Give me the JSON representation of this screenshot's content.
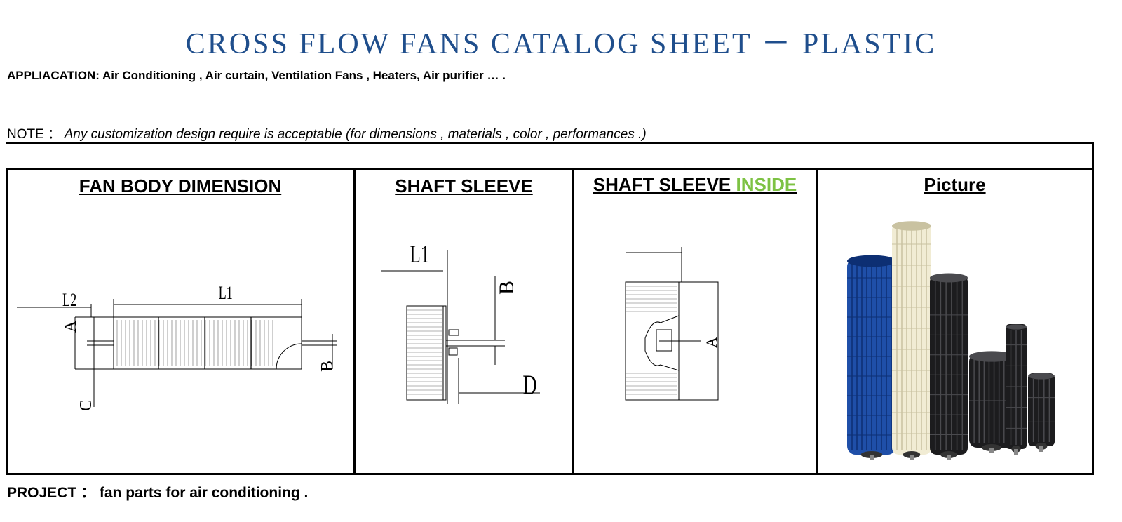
{
  "title": "CROSS FLOW FANS CATALOG SHEET － PLASTIC",
  "application": "APPLIACATION: Air Conditioning , Air curtain, Ventilation Fans , Heaters, Air purifier … .",
  "note": {
    "label": "NOTE ：",
    "text": " Any customization design require is acceptable (for dimensions , materials , color , performances .)"
  },
  "columns": {
    "fan_body": "FAN BODY DIMENSION",
    "shaft_sleeve": "SHAFT SLEEVE",
    "shaft_sleeve_inside_a": "SHAFT SLEEVE ",
    "shaft_sleeve_inside_b": "INSIDE",
    "picture": "Picture"
  },
  "drawing_labels": {
    "fan_l1": "L1",
    "fan_l2": "L2",
    "fan_a": "A",
    "fan_b": "B",
    "fan_c": "C",
    "sleeve_l1": "L1",
    "sleeve_b": "B",
    "sleeve_d": "D",
    "inside_a": "A"
  },
  "fans": [
    {
      "color": "#1f4fa8",
      "ribs": "#0d2f73"
    },
    {
      "color": "#f1ecd4",
      "ribs": "#c9c2a1"
    },
    {
      "color": "#1c1c1e",
      "ribs": "#4a4a4e"
    },
    {
      "color": "#1c1c1e",
      "ribs": "#4a4a4e"
    },
    {
      "color": "#1c1c1e",
      "ribs": "#4a4a4e"
    },
    {
      "color": "#1c1c1e",
      "ribs": "#4a4a4e"
    }
  ],
  "project": "PROJECT ： fan parts for air conditioning ."
}
